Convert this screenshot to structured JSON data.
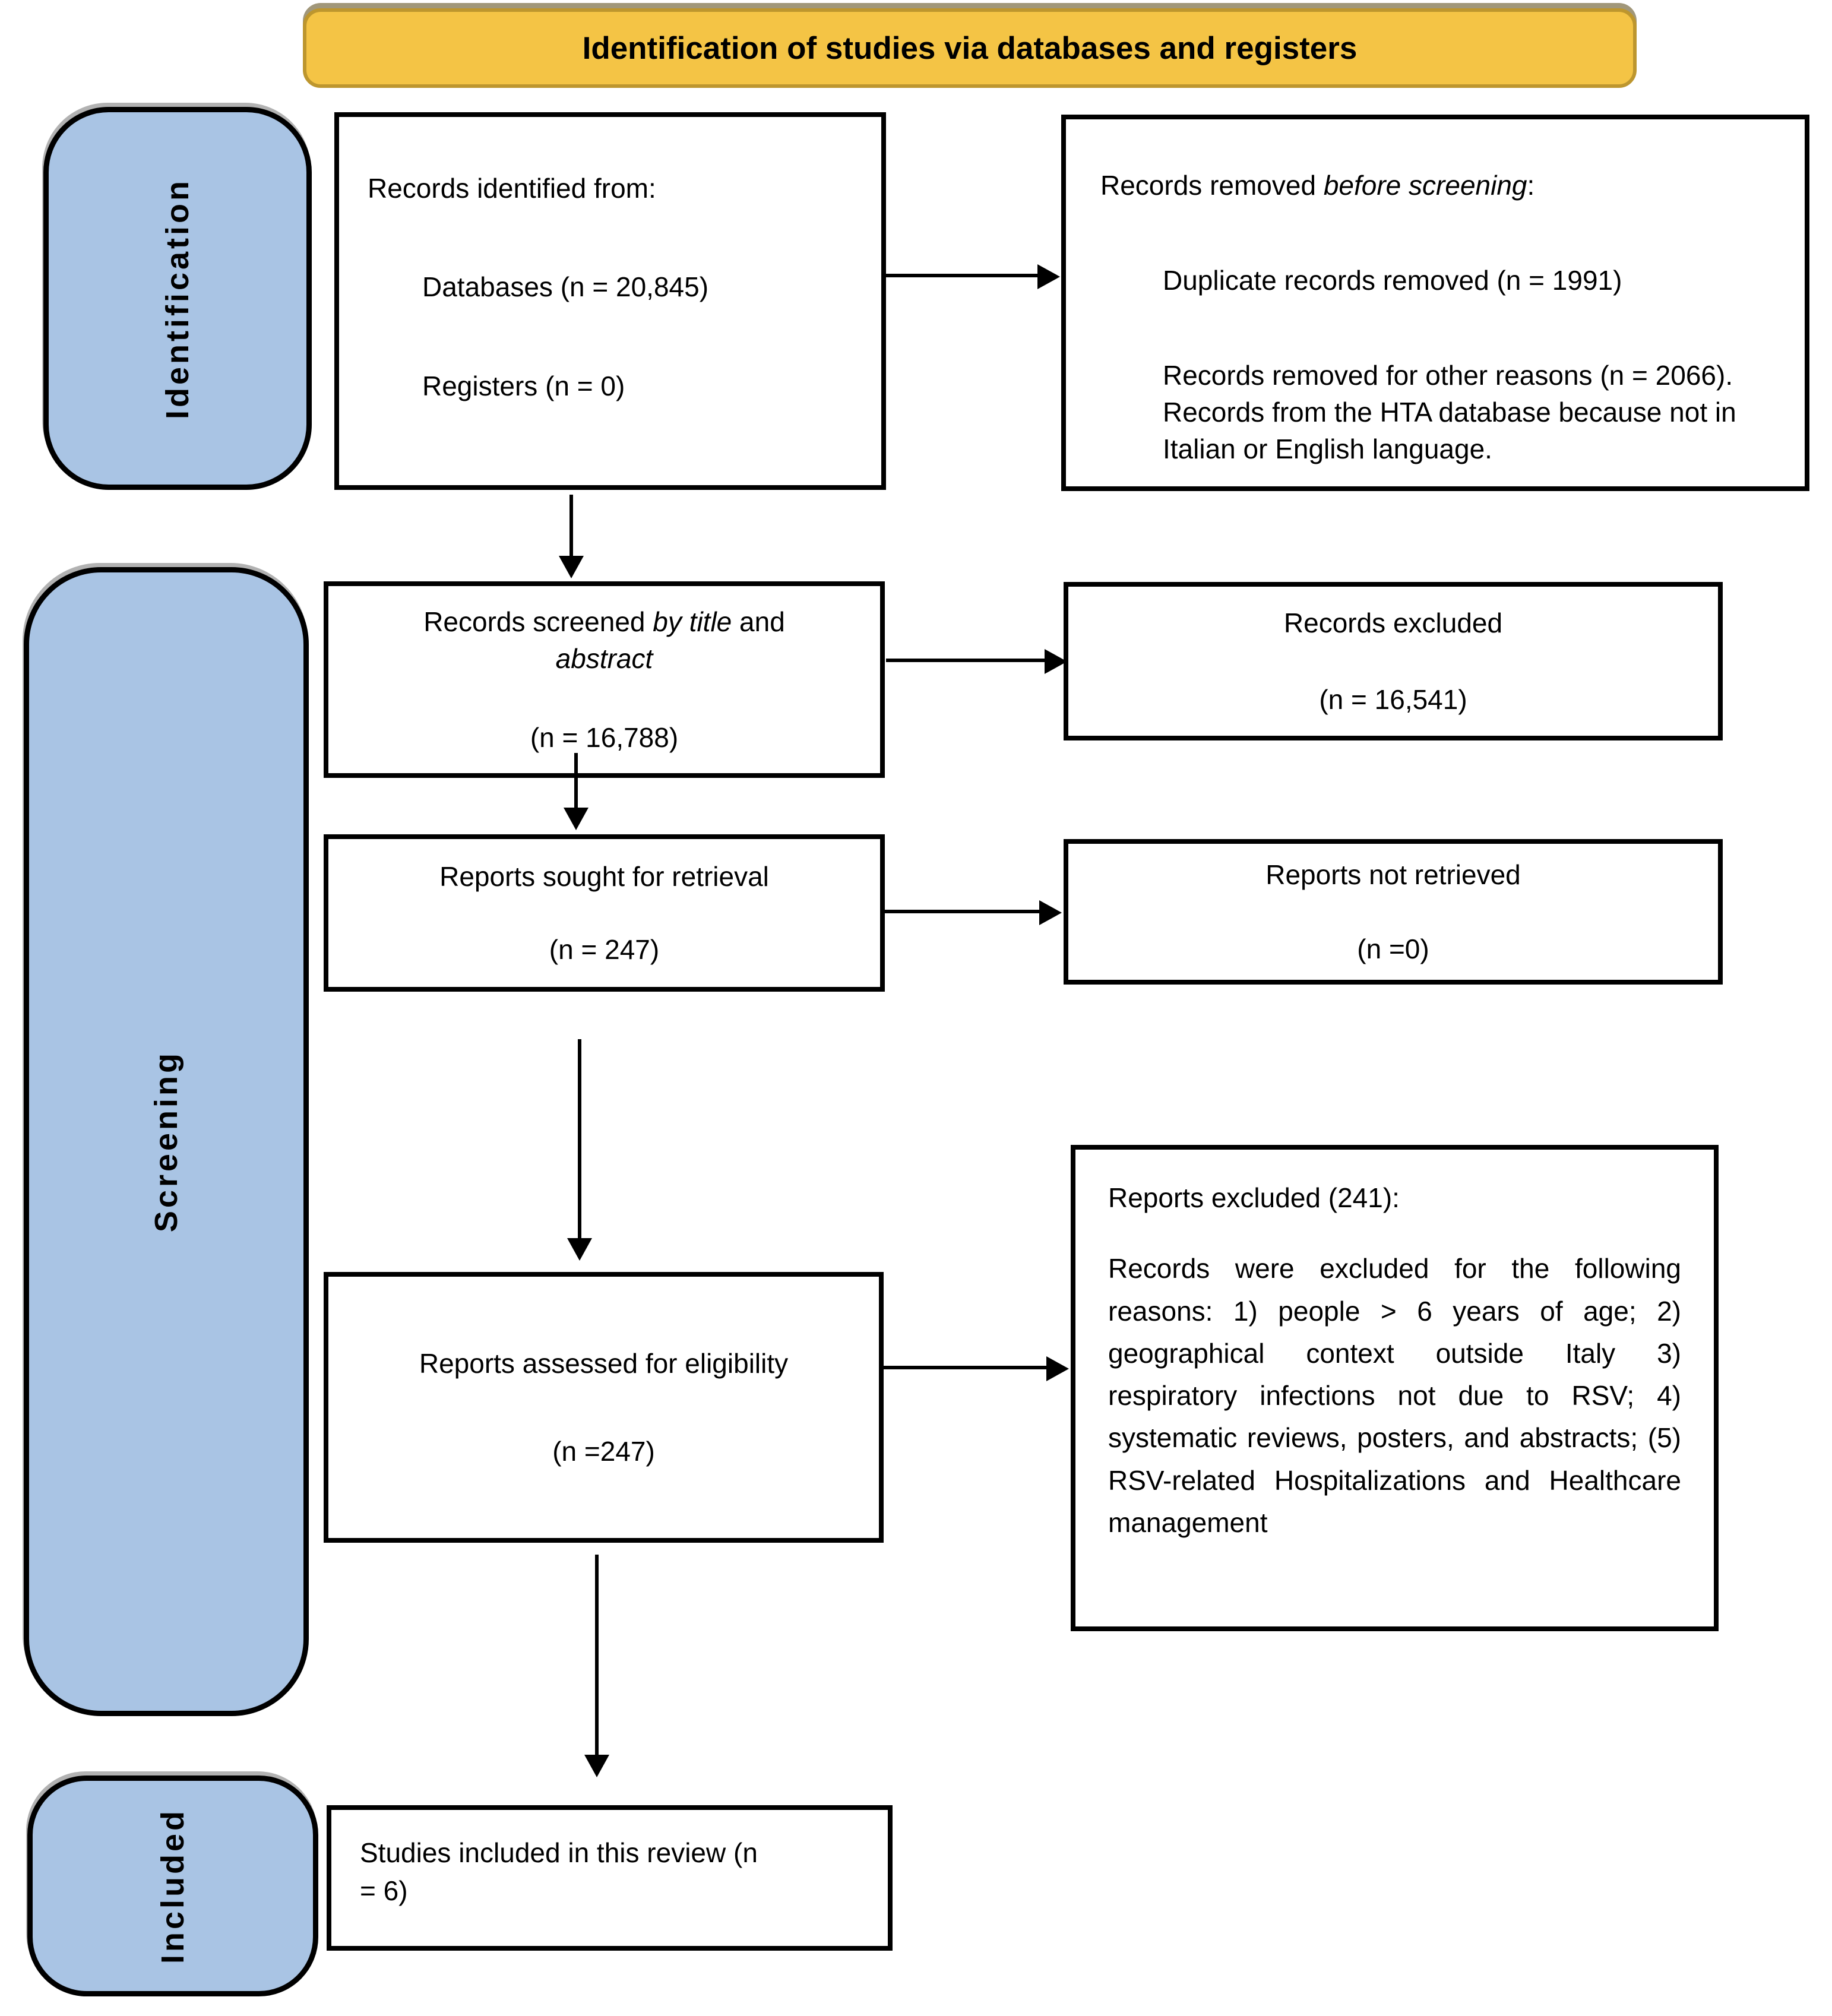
{
  "banner": {
    "label": "Identification of studies via databases and registers"
  },
  "stages": {
    "identification": "Identification",
    "screening": "Screening",
    "included": "Included"
  },
  "boxes": {
    "records_identified": {
      "intro": "Records identified from:",
      "items": [
        "Databases (n = 20,845)",
        "Registers (n = 0)"
      ]
    },
    "records_removed": {
      "intro_prefix": "Records removed ",
      "intro_italic": "before screening",
      "intro_suffix": ":",
      "items": [
        "Duplicate records removed (n = 1991)",
        "Records removed for other reasons (n = 2066). Records from the HTA database because not in Italian or English language."
      ]
    },
    "records_screened": {
      "line1_prefix": "Records screened ",
      "line1_italic": "by title",
      "line1_suffix": " and",
      "line2_italic": "abstract",
      "count": "(n = 16,788)"
    },
    "records_excluded": {
      "title": "Records excluded",
      "count": "(n = 16,541)"
    },
    "reports_sought": {
      "title": "Reports sought for retrieval",
      "count": "(n = 247)"
    },
    "reports_not_retrieved": {
      "title": "Reports not retrieved",
      "count": "(n =0)"
    },
    "reports_assessed": {
      "title": "Reports assessed for eligibility",
      "count": "(n =247)"
    },
    "reports_excluded": {
      "title": "Reports excluded (241):",
      "body": "Records were excluded for the following reasons: 1) people > 6 years of age; 2) geographical context outside Italy 3) respiratory infections not due to RSV; 4) systematic reviews, posters, and abstracts; (5) RSV-related Hospitalizations and Healthcare management"
    },
    "studies_included": {
      "text": "Studies included in this review (n\n= 6)"
    }
  },
  "colors": {
    "banner_fill": "#F4C445",
    "banner_border": "#BD962E",
    "stage_fill": "#A9C4E4",
    "box_border": "#000000",
    "arrow_color": "#000000",
    "text_color": "#000000"
  }
}
